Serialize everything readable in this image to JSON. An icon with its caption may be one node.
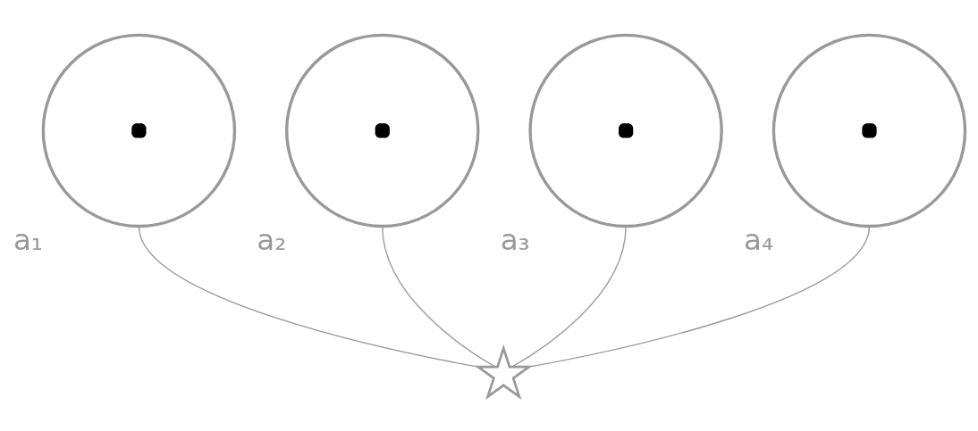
{
  "diagram": {
    "nodes": [
      {
        "text": [],
        "shape": "circle",
        "beside": [
          "a₁"
        ]
      },
      {
        "text": [],
        "shape": "circle",
        "beside": [
          "a₂"
        ]
      },
      {
        "text": [],
        "shape": "circle",
        "beside": [
          "a₃"
        ]
      },
      {
        "text": [],
        "shape": "circle",
        "beside": [
          "a₄"
        ]
      },
      {
        "text": [],
        "shape": "star"
      }
    ],
    "edges": [
      {
        "from": 4,
        "to": 0,
        "arrow": "none"
      },
      {
        "from": 4,
        "to": 1,
        "arrow": "none"
      },
      {
        "from": 4,
        "to": 2,
        "arrow": "none"
      },
      {
        "from": 4,
        "to": 3,
        "arrow": "none"
      }
    ]
  }
}
